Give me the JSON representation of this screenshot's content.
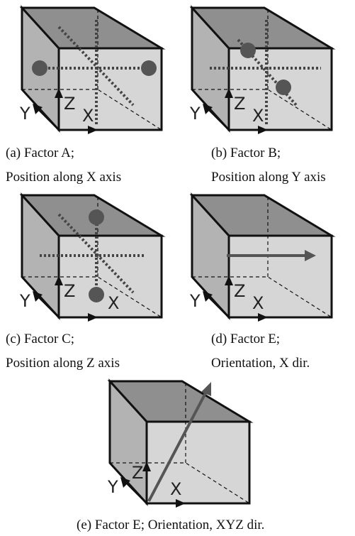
{
  "panels": [
    {
      "id": "a",
      "caption_line1": "(a) Factor A;",
      "caption_line2": "Position along X axis",
      "axis_labels": {
        "x": "X",
        "y": "Y",
        "z": "Z"
      },
      "factor_type": "position",
      "factor_axis": "X"
    },
    {
      "id": "b",
      "caption_line1": "(b) Factor B;",
      "caption_line2": "Position along Y axis",
      "axis_labels": {
        "x": "X",
        "y": "Y",
        "z": "Z"
      },
      "factor_type": "position",
      "factor_axis": "Y"
    },
    {
      "id": "c",
      "caption_line1": "(c) Factor C;",
      "caption_line2": "Position along Z axis",
      "axis_labels": {
        "x": "X",
        "y": "Y",
        "z": "Z"
      },
      "factor_type": "position",
      "factor_axis": "Z"
    },
    {
      "id": "d",
      "caption_line1": "(d) Factor E;",
      "caption_line2": "Orientation, X dir.",
      "axis_labels": {
        "x": "X",
        "y": "Y",
        "z": "Z"
      },
      "factor_type": "orientation",
      "factor_axis": "X"
    },
    {
      "id": "e",
      "caption_line1": "(e) Factor E; Orientation, XYZ dir.",
      "caption_line2": "",
      "axis_labels": {
        "x": "X",
        "y": "Y",
        "z": "Z"
      },
      "factor_type": "orientation",
      "factor_axis": "XYZ"
    }
  ],
  "colors": {
    "box_front": "#d6d6d6",
    "box_top": "#8f8f8f",
    "box_side": "#b3b3b3",
    "edge": "#111111",
    "marker": "#555555",
    "arrow": "#555555"
  }
}
